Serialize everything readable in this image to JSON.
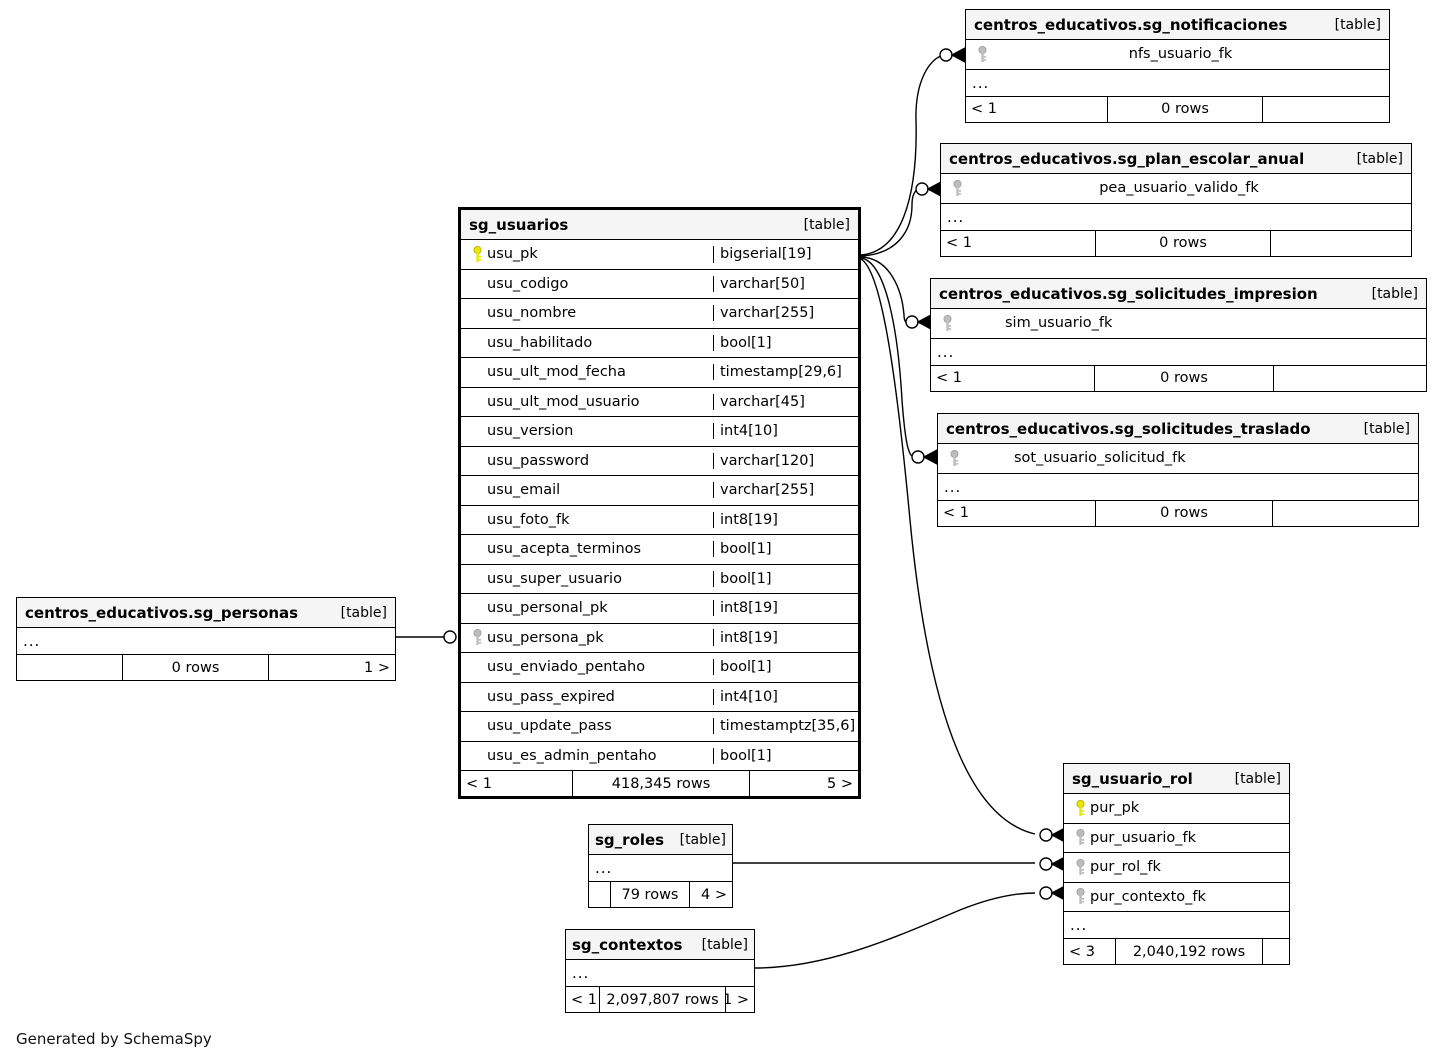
{
  "credit": "Generated by SchemaSpy",
  "labels": {
    "table_kind": "[table]",
    "ellipsis": "...",
    "blank": ""
  },
  "colors": {
    "pk_key": "#e8e800",
    "fk_key": "#b0b0b0",
    "header_bg": "#f5f5f5",
    "border": "#000000",
    "page_bg": "#ffffff"
  },
  "tables": {
    "sg_usuarios": {
      "name": "sg_usuarios",
      "kind": "[table]",
      "columns": [
        {
          "key": "pk",
          "name": "usu_pk",
          "type": "bigserial[19]"
        },
        {
          "key": "none",
          "name": "usu_codigo",
          "type": "varchar[50]"
        },
        {
          "key": "none",
          "name": "usu_nombre",
          "type": "varchar[255]"
        },
        {
          "key": "none",
          "name": "usu_habilitado",
          "type": "bool[1]"
        },
        {
          "key": "none",
          "name": "usu_ult_mod_fecha",
          "type": "timestamp[29,6]"
        },
        {
          "key": "none",
          "name": "usu_ult_mod_usuario",
          "type": "varchar[45]"
        },
        {
          "key": "none",
          "name": "usu_version",
          "type": "int4[10]"
        },
        {
          "key": "none",
          "name": "usu_password",
          "type": "varchar[120]"
        },
        {
          "key": "none",
          "name": "usu_email",
          "type": "varchar[255]"
        },
        {
          "key": "none",
          "name": "usu_foto_fk",
          "type": "int8[19]"
        },
        {
          "key": "none",
          "name": "usu_acepta_terminos",
          "type": "bool[1]"
        },
        {
          "key": "none",
          "name": "usu_super_usuario",
          "type": "bool[1]"
        },
        {
          "key": "none",
          "name": "usu_personal_pk",
          "type": "int8[19]"
        },
        {
          "key": "fk",
          "name": "usu_persona_pk",
          "type": "int8[19]"
        },
        {
          "key": "none",
          "name": "usu_enviado_pentaho",
          "type": "bool[1]"
        },
        {
          "key": "none",
          "name": "usu_pass_expired",
          "type": "int4[10]"
        },
        {
          "key": "none",
          "name": "usu_update_pass",
          "type": "timestamptz[35,6]"
        },
        {
          "key": "none",
          "name": "usu_es_admin_pentaho",
          "type": "bool[1]"
        }
      ],
      "footer": {
        "left": "< 1",
        "mid": "418,345 rows",
        "right": "5 >"
      }
    },
    "sg_notificaciones": {
      "name": "centros_educativos.sg_notificaciones",
      "kind": "[table]",
      "columns": [
        {
          "key": "fk",
          "name": "nfs_usuario_fk",
          "type": ""
        }
      ],
      "footer": {
        "left": "< 1",
        "mid": "0 rows",
        "right": ""
      }
    },
    "sg_plan_escolar_anual": {
      "name": "centros_educativos.sg_plan_escolar_anual",
      "kind": "[table]",
      "columns": [
        {
          "key": "fk",
          "name": "pea_usuario_valido_fk",
          "type": ""
        }
      ],
      "footer": {
        "left": "< 1",
        "mid": "0 rows",
        "right": ""
      }
    },
    "sg_solicitudes_impresion": {
      "name": "centros_educativos.sg_solicitudes_impresion",
      "kind": "[table]",
      "columns": [
        {
          "key": "fk",
          "name": "sim_usuario_fk",
          "type": ""
        }
      ],
      "footer": {
        "left": "< 1",
        "mid": "0 rows",
        "right": ""
      }
    },
    "sg_solicitudes_traslado": {
      "name": "centros_educativos.sg_solicitudes_traslado",
      "kind": "[table]",
      "columns": [
        {
          "key": "fk",
          "name": "sot_usuario_solicitud_fk",
          "type": ""
        }
      ],
      "footer": {
        "left": "< 1",
        "mid": "0 rows",
        "right": ""
      }
    },
    "sg_personas": {
      "name": "centros_educativos.sg_personas",
      "kind": "[table]",
      "columns": [],
      "footer": {
        "left": "",
        "mid": "0 rows",
        "right": "1 >"
      }
    },
    "sg_usuario_rol": {
      "name": "sg_usuario_rol",
      "kind": "[table]",
      "columns": [
        {
          "key": "pk",
          "name": "pur_pk",
          "type": ""
        },
        {
          "key": "fk",
          "name": "pur_usuario_fk",
          "type": ""
        },
        {
          "key": "fk",
          "name": "pur_rol_fk",
          "type": ""
        },
        {
          "key": "fk",
          "name": "pur_contexto_fk",
          "type": ""
        }
      ],
      "footer": {
        "left": "< 3",
        "mid": "2,040,192 rows",
        "right": ""
      }
    },
    "sg_roles": {
      "name": "sg_roles",
      "kind": "[table]",
      "columns": [],
      "footer": {
        "left": "",
        "mid": "79 rows",
        "right": "4 >"
      }
    },
    "sg_contextos": {
      "name": "sg_contextos",
      "kind": "[table]",
      "columns": [],
      "footer": {
        "left": "< 1",
        "mid": "2,097,807 rows",
        "right": "1 >"
      }
    }
  }
}
